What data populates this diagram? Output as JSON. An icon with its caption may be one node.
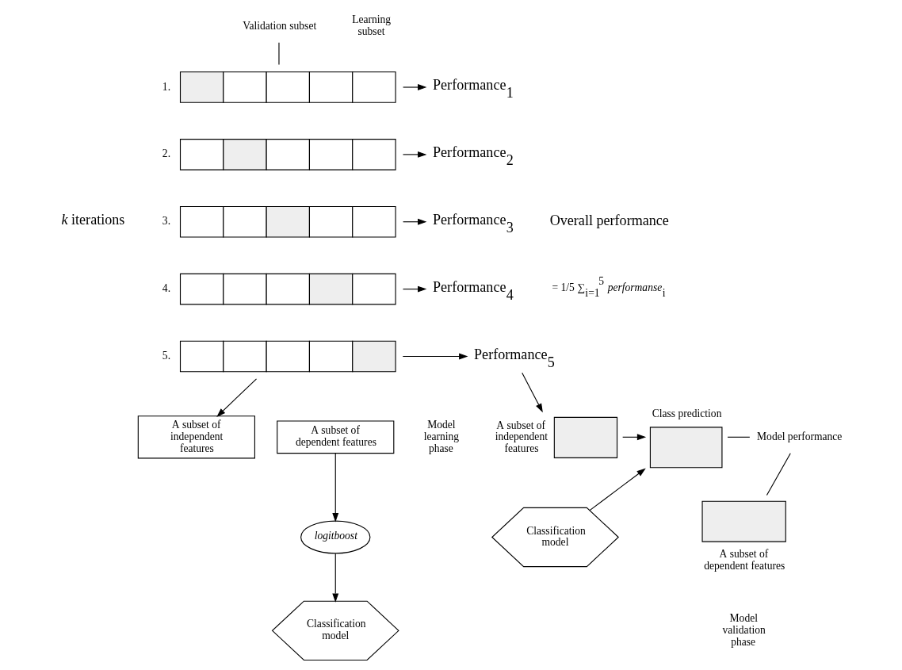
{
  "diagram": {
    "nodes": [
      {
        "text": [
          "Validation subset"
        ]
      },
      {
        "text": [],
        "shape": "bar",
        "beside": [
          "1."
        ]
      },
      {
        "text": [],
        "shape": "bar",
        "beside": [
          "2."
        ]
      },
      {
        "text": [],
        "shape": "bar",
        "beside": [
          "3."
        ]
      },
      {
        "text": [],
        "shape": "bar",
        "beside": [
          "4."
        ]
      },
      {
        "text": [],
        "shape": "bar",
        "beside": [
          "5."
        ]
      },
      {
        "text": [
          "Performance$_{1}$"
        ]
      },
      {
        "text": [
          "Performance$_{2}$"
        ]
      },
      {
        "text": [
          "Performance$_{3}$"
        ]
      },
      {
        "text": [
          "Performance$_{4}$"
        ]
      },
      {
        "text": [
          "Performance$_{5}$"
        ]
      },
      {
        "text": [
          "A subset of independent features"
        ]
      },
      {
        "text": [
          "A subset of dependent features"
        ]
      },
      {
        "text": [
          "logitboost"
        ]
      },
      {
        "text": [
          "Classification model"
        ]
      },
      {
        "text": [],
        "shape": "box",
        "beside": [
          "A subset of independent features"
        ]
      },
      {
        "text": [],
        "shape": "box",
        "beside": [
          "Class prediction"
        ]
      },
      {
        "text": [],
        "shape": "box",
        "beside": [
          "A subset of dependent features"
        ]
      },
      {
        "text": [
          "Classification model"
        ]
      },
      {
        "text": [
          "Model performance"
        ]
      }
    ],
    "edges": [
      {
        "from": 0,
        "to": 1,
        "arrow": "none"
      },
      {
        "from": 1,
        "to": 6,
        "arrow": "to"
      },
      {
        "from": 2,
        "to": 7,
        "arrow": "to"
      },
      {
        "from": 3,
        "to": 8,
        "arrow": "to"
      },
      {
        "from": 4,
        "to": 9,
        "arrow": "to"
      },
      {
        "from": 5,
        "to": 10,
        "arrow": "to"
      },
      {
        "from": 5,
        "to": 11,
        "arrow": "to"
      },
      {
        "from": 12,
        "to": 13,
        "arrow": "to"
      },
      {
        "from": 13,
        "to": 14,
        "arrow": "to"
      },
      {
        "from": 10,
        "to": 15,
        "arrow": "to"
      },
      {
        "from": 15,
        "to": 16,
        "arrow": "to"
      },
      {
        "from": 18,
        "to": 16,
        "arrow": "to"
      },
      {
        "from": 16,
        "to": 19,
        "arrow": "none"
      },
      {
        "from": 17,
        "to": 19,
        "arrow": "none"
      }
    ],
    "labels": [
      "Learning subset",
      "*k* iterations",
      "Overall performance",
      "= 1/5 ∑$_{i=1}$$^{5}$ *performanse*$_{i}$",
      "Model learning phase",
      "Model validation phase"
    ]
  }
}
